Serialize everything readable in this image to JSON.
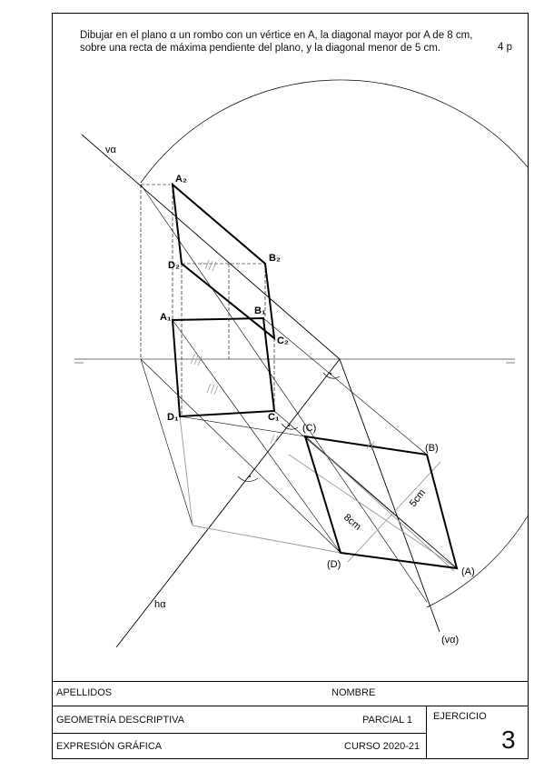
{
  "statement": {
    "line1": "Dibujar en el plano α un rombo con un vértice en A, la diagonal mayor por A de 8 cm,",
    "line2": "sobre una recta de máxima pendiente del plano, y la diagonal menor de 5 cm.",
    "points": "4 p"
  },
  "labels": {
    "v_alpha": "vα",
    "h_alpha": "hα",
    "v_alpha_rab": "(vα)",
    "A2": "A₂",
    "B2": "B₂",
    "C2": "C₂",
    "D2": "D₂",
    "A1": "A₁",
    "B1": "B₁",
    "C1": "C₁",
    "D1": "D₁",
    "A_rab": "(A)",
    "B_rab": "(B)",
    "C_rab": "(C)",
    "D_rab": "(D)",
    "major_diag": "8cm",
    "minor_diag": "5cm"
  },
  "titleblock": {
    "apellidos": "APELLIDOS",
    "nombre": "NOMBRE",
    "subject": "GEOMETRÍA DESCRIPTIVA",
    "department": "EXPRESIÓN GRÁFICA",
    "exam": "PARCIAL 1",
    "course": "CURSO 2020-21",
    "ejercicio": "EJERCICIO",
    "exercise_number": "3"
  }
}
